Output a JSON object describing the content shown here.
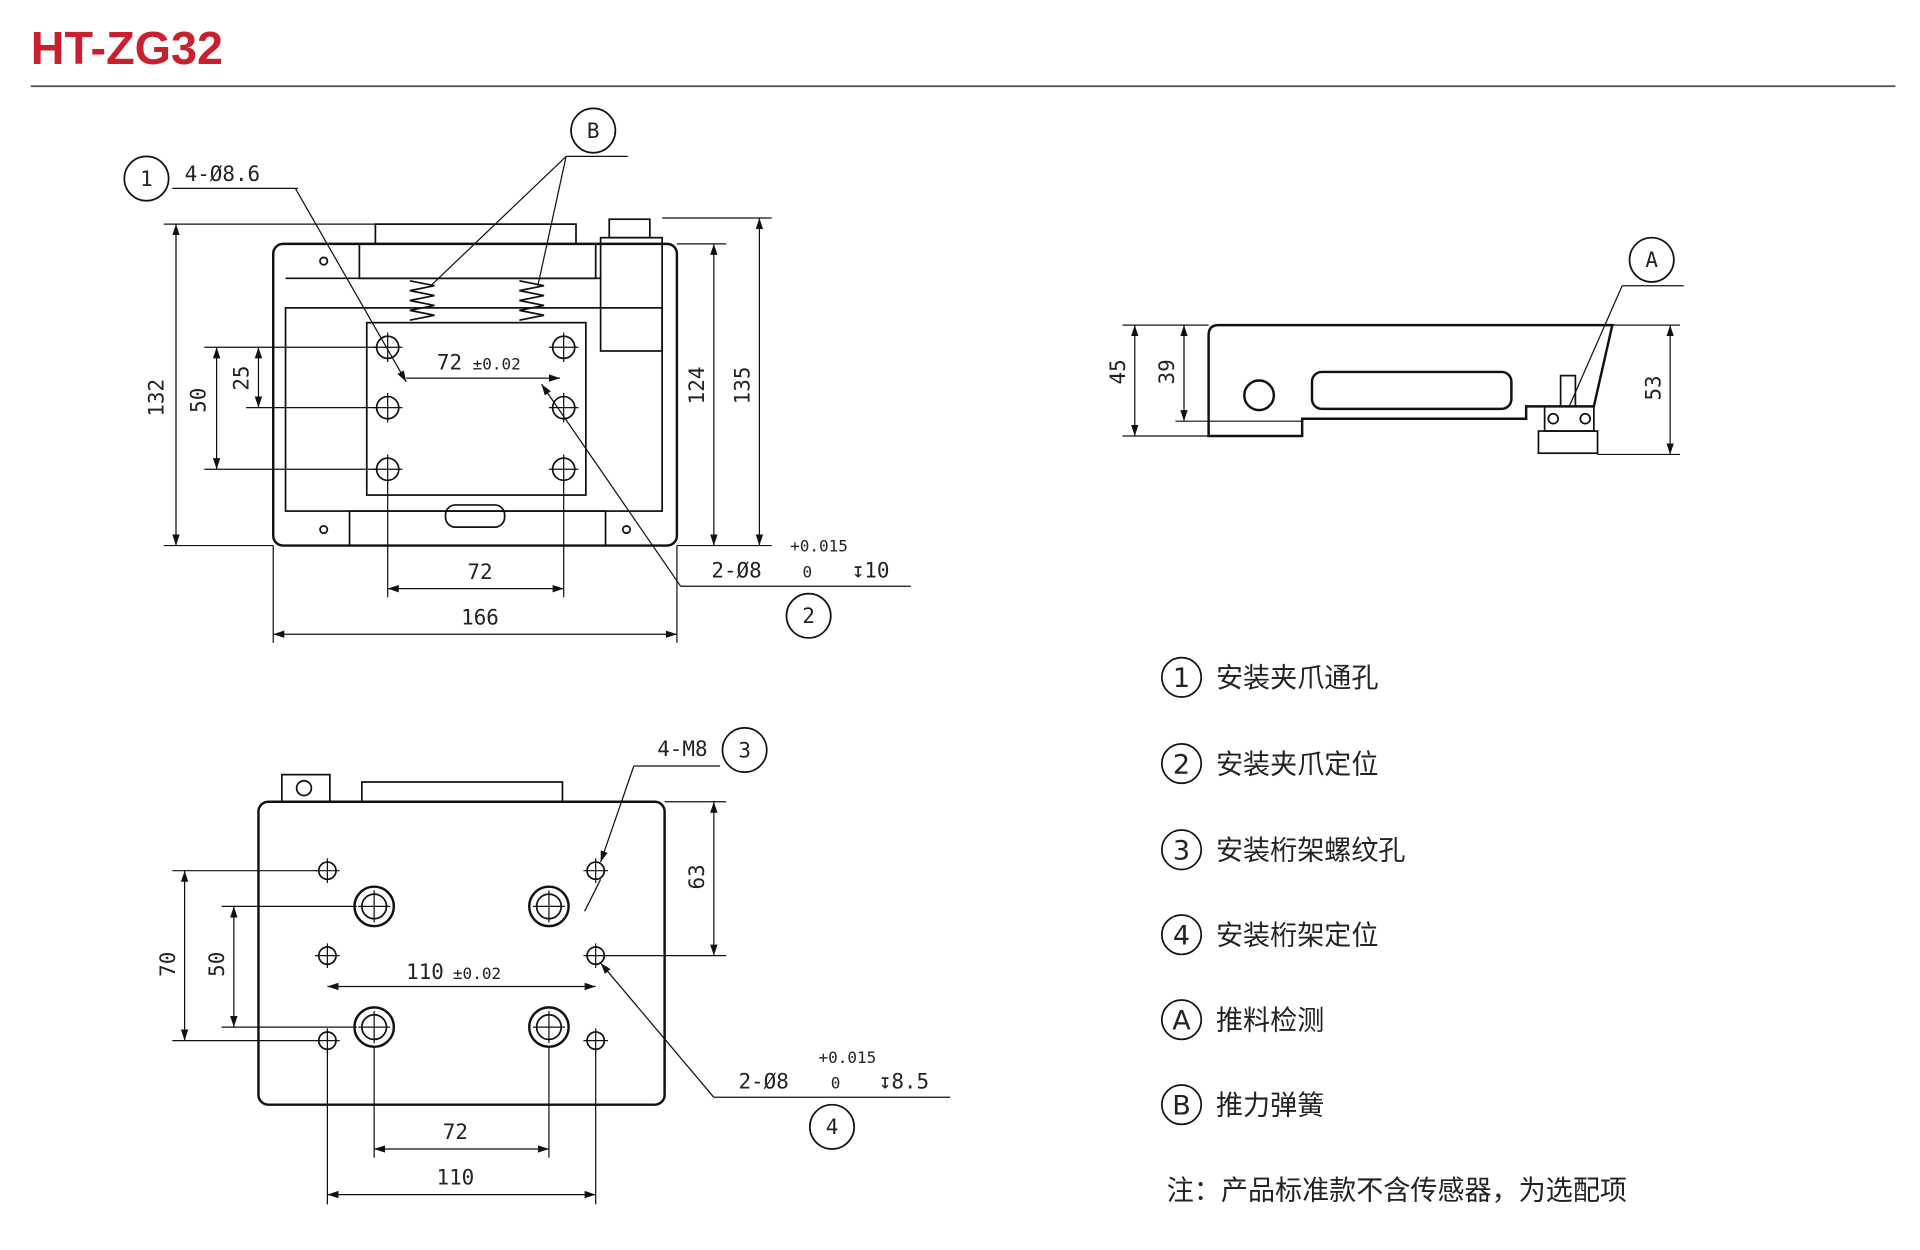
{
  "header": {
    "title": "HT-ZG32",
    "accent_color": "#c8202f"
  },
  "top_view": {
    "callout_1": "1",
    "holes_1": "4-Ø8.6",
    "callout_b": "B",
    "dim_132": "132",
    "dim_50": "50",
    "dim_25": "25",
    "dim_124": "124",
    "dim_135": "135",
    "dim_72_tol": "72",
    "tol_002": "±0.02",
    "dim_72": "72",
    "dim_166": "166",
    "callout_2": "2",
    "holes_2": "2-Ø8",
    "tol_upper": "+0.015",
    "tol_lower": "0",
    "depth": "↧10"
  },
  "side_view": {
    "callout_a": "A",
    "dim_45": "45",
    "dim_39": "39",
    "dim_53": "53"
  },
  "bottom_view": {
    "callout_3": "3",
    "holes_3": "4-M8",
    "dim_70": "70",
    "dim_50": "50",
    "dim_63": "63",
    "dim_110_tol": "110",
    "tol_002": "±0.02",
    "dim_72": "72",
    "dim_110": "110",
    "callout_4": "4",
    "holes_4": "2-Ø8",
    "tol_upper": "+0.015",
    "tol_lower": "0",
    "depth": "↧8.5"
  },
  "legend": [
    {
      "key": "1",
      "label": "安装夹爪通孔"
    },
    {
      "key": "2",
      "label": "安装夹爪定位"
    },
    {
      "key": "3",
      "label": "安装桁架螺纹孔"
    },
    {
      "key": "4",
      "label": "安装桁架定位"
    },
    {
      "key": "A",
      "label": "推料检测"
    },
    {
      "key": "B",
      "label": "推力弹簧"
    }
  ],
  "note": "注：产品标准款不含传感器，为选配项"
}
